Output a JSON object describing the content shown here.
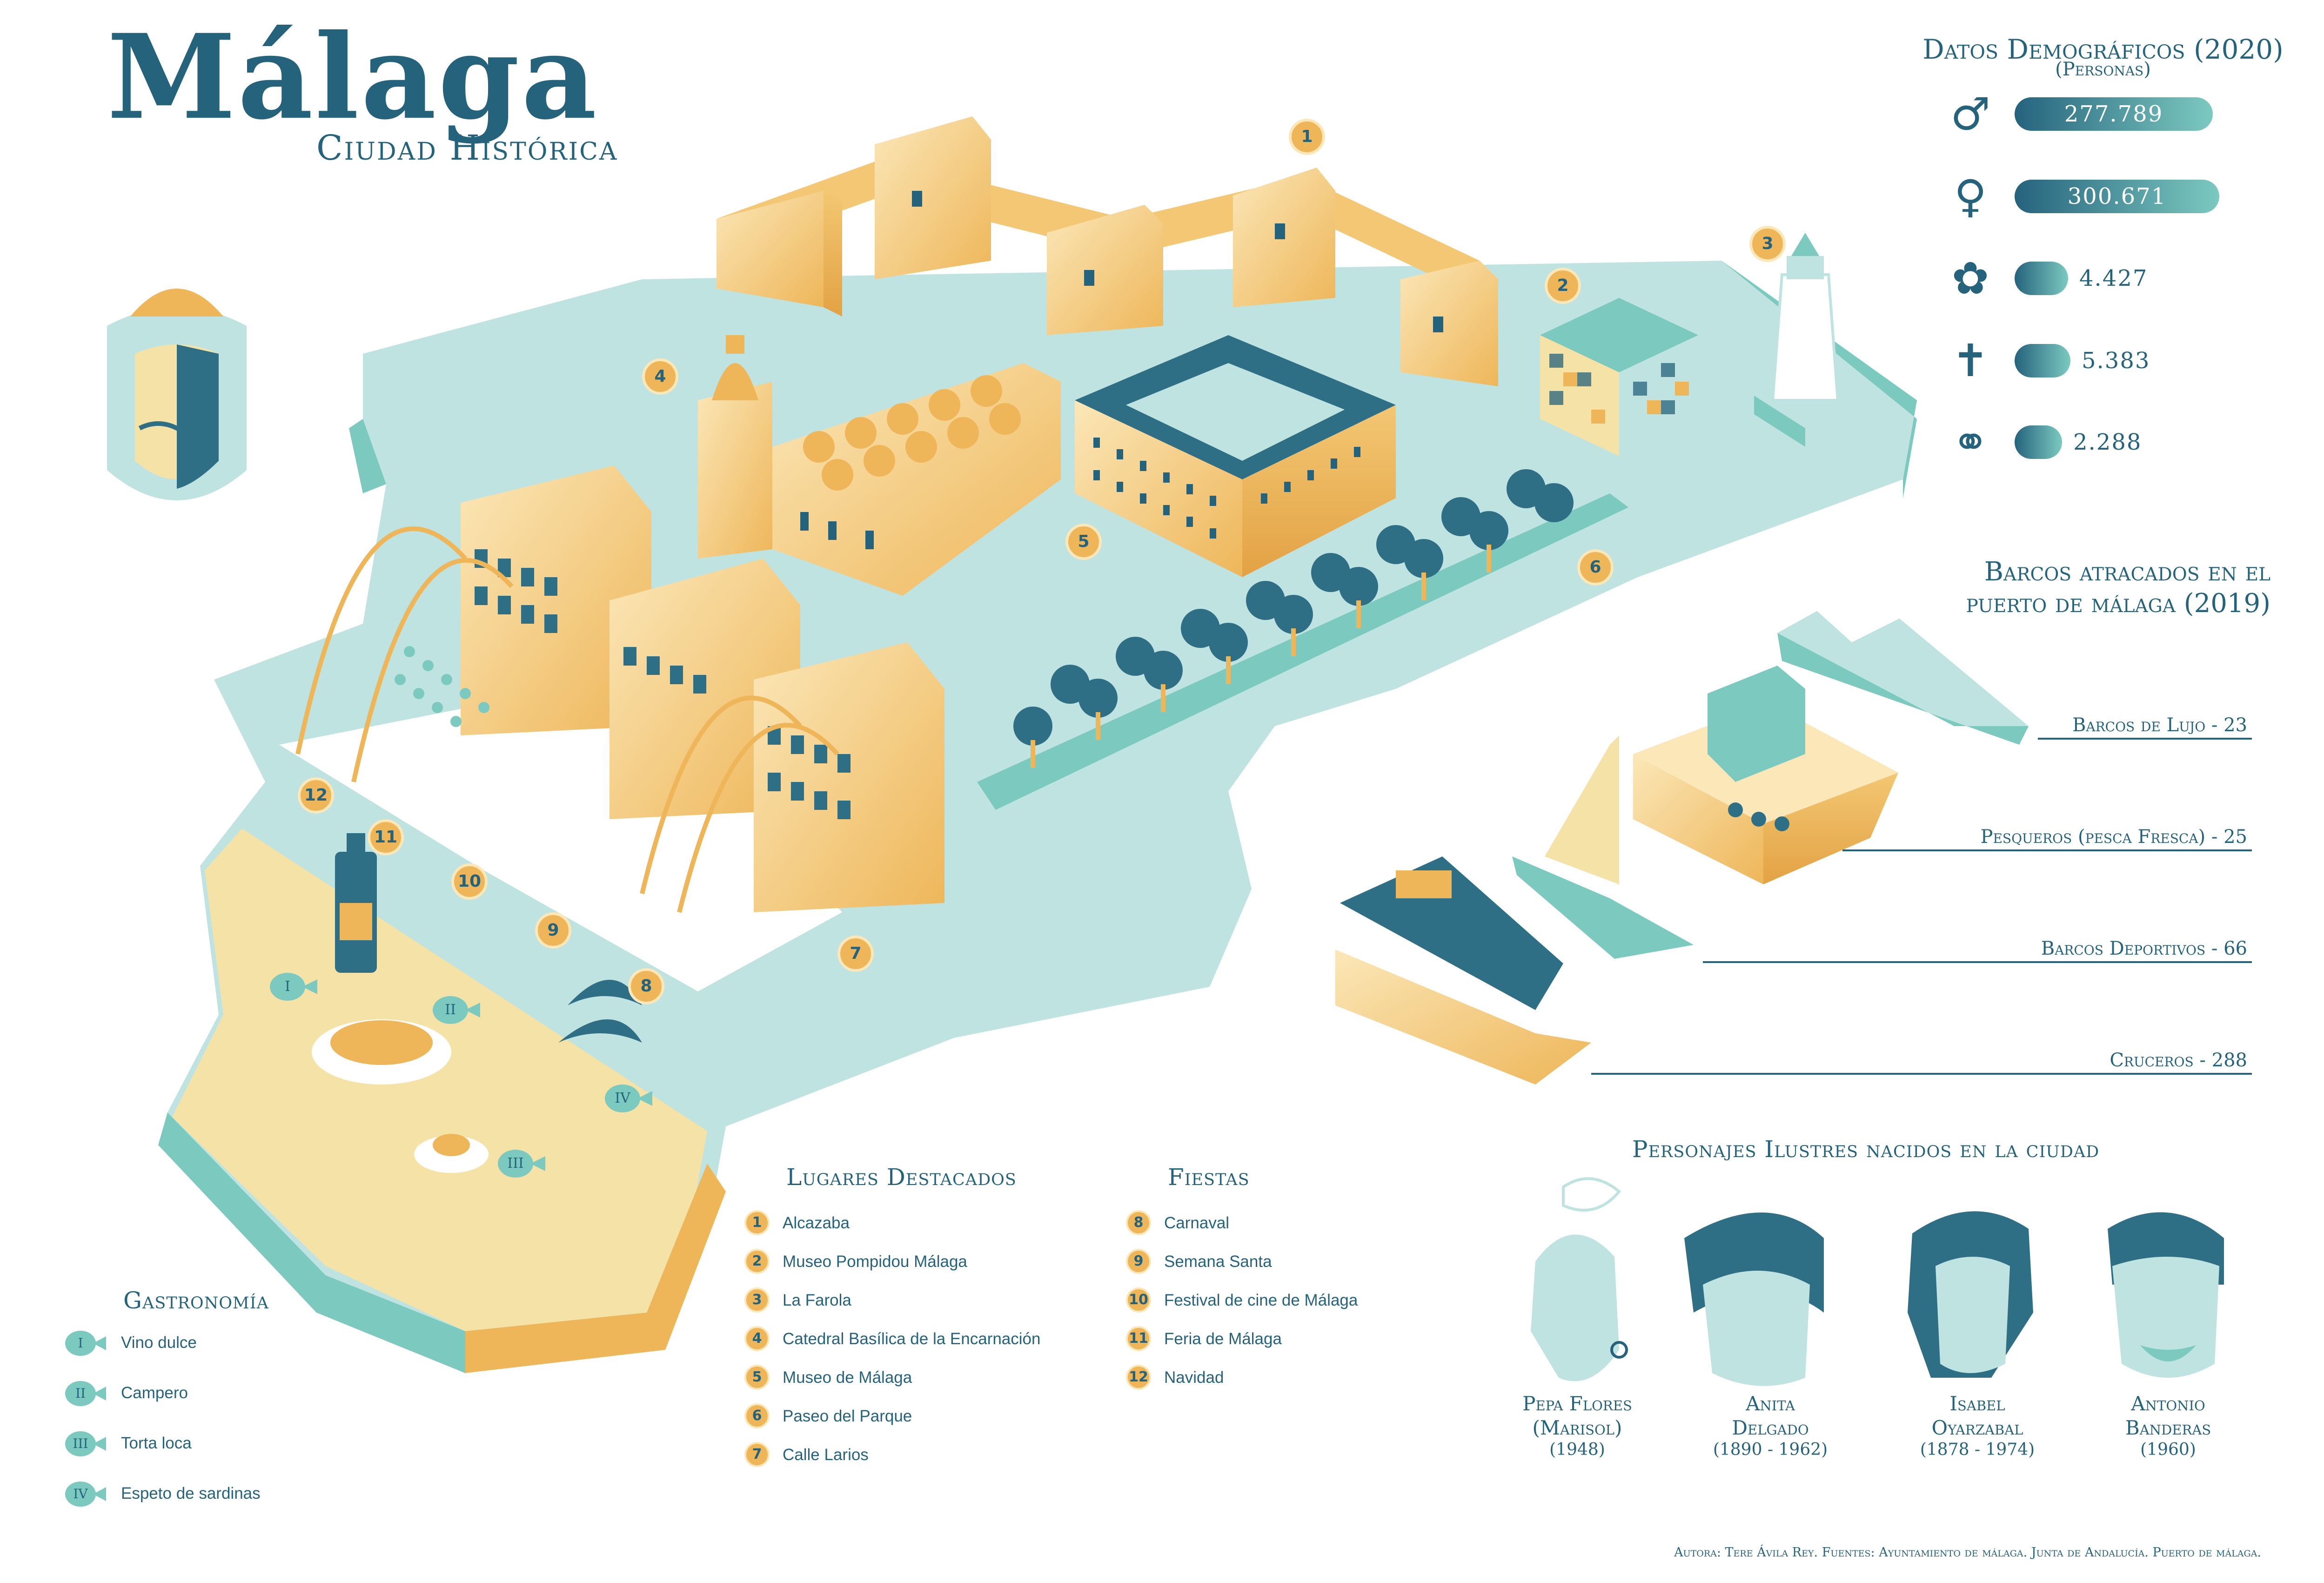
{
  "header": {
    "title": "Málaga",
    "subtitle": "Ciudad Histórica"
  },
  "demographics": {
    "title": "Datos Demográficos (2020)",
    "unit": "(Personas)",
    "rows": [
      {
        "icon": "male-icon",
        "glyph": "♂",
        "value": "277.789",
        "amount": 277789
      },
      {
        "icon": "female-icon",
        "glyph": "♀",
        "value": "300.671",
        "amount": 300671
      },
      {
        "icon": "birth-icon",
        "glyph": "✿",
        "value": "4.427",
        "amount": 4427
      },
      {
        "icon": "death-cross-icon",
        "glyph": "✝",
        "value": "5.383",
        "amount": 5383
      },
      {
        "icon": "marriage-rings-icon",
        "glyph": "⚭",
        "value": "2.288",
        "amount": 2288
      }
    ]
  },
  "boats": {
    "title_line1": "Barcos atracados en el",
    "title_line2": "puerto de málaga (2019)",
    "items": [
      {
        "label": "Barcos de Lujo - 23",
        "count": 23
      },
      {
        "label": "Pesqueros (pesca Fresca) - 25",
        "count": 25
      },
      {
        "label": "Barcos Deportivos - 66",
        "count": 66
      },
      {
        "label": "Cruceros - 288",
        "count": 288
      }
    ]
  },
  "places": {
    "title": "Lugares Destacados",
    "items": [
      {
        "num": "1",
        "label": "Alcazaba"
      },
      {
        "num": "2",
        "label": "Museo Pompidou Málaga"
      },
      {
        "num": "3",
        "label": "La Farola"
      },
      {
        "num": "4",
        "label": "Catedral Basílica de la Encarnación"
      },
      {
        "num": "5",
        "label": "Museo de Málaga"
      },
      {
        "num": "6",
        "label": "Paseo del Parque"
      },
      {
        "num": "7",
        "label": "Calle Larios"
      }
    ]
  },
  "fiestas": {
    "title": "Fiestas",
    "items": [
      {
        "num": "8",
        "label": "Carnaval"
      },
      {
        "num": "9",
        "label": "Semana Santa"
      },
      {
        "num": "10",
        "label": "Festival de cine de Málaga"
      },
      {
        "num": "11",
        "label": "Feria de Málaga"
      },
      {
        "num": "12",
        "label": "Navidad"
      }
    ]
  },
  "gastronomy": {
    "title": "Gastronomía",
    "items": [
      {
        "num": "I",
        "label": "Vino dulce"
      },
      {
        "num": "II",
        "label": "Campero"
      },
      {
        "num": "III",
        "label": "Torta loca"
      },
      {
        "num": "IV",
        "label": "Espeto de sardinas"
      }
    ]
  },
  "people": {
    "title": "Personajes Ilustres nacidos en la ciudad",
    "items": [
      {
        "name_line1": "Pepa Flores",
        "name_line2": "(Marisol)",
        "years": "(1948)"
      },
      {
        "name_line1": "Anita",
        "name_line2": "Delgado",
        "years": "(1890 - 1962)"
      },
      {
        "name_line1": "Isabel",
        "name_line2": "Oyarzabal",
        "years": "(1878 - 1974)"
      },
      {
        "name_line1": "Antonio",
        "name_line2": "Banderas",
        "years": "(1960)"
      }
    ]
  },
  "map_markers": [
    "1",
    "2",
    "3",
    "4",
    "5",
    "6",
    "7",
    "8",
    "9",
    "10",
    "11",
    "12"
  ],
  "map_fish": [
    "I",
    "II",
    "III",
    "IV"
  ],
  "credits": "Autora: Tere Ávila Rey. Fuentes: Ayuntamiento de málaga. Junta de Andalucía. Puerto de málaga.",
  "colors": {
    "dark_teal": "#25637d",
    "mint": "#7cc9c0",
    "light_mint": "#bfe3e0",
    "orange": "#eeb659",
    "sand": "#f5e2a6",
    "white": "#ffffff"
  }
}
